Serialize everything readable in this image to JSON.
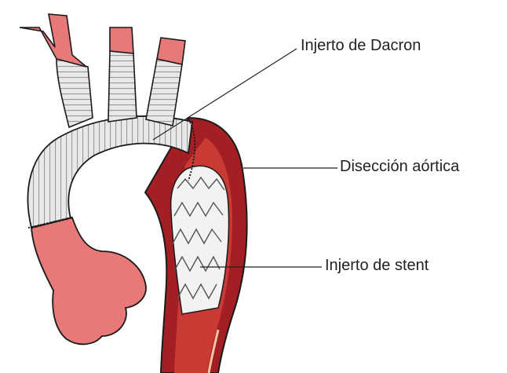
{
  "labels": {
    "dacron": "Injerto de Dacron",
    "dissection": "Disección aórtica",
    "stent": "Injerto de stent"
  },
  "colors": {
    "vessel": "#e77a78",
    "vessel_dark": "#a31f24",
    "vessel_mid": "#c93a34",
    "graft": "#e6e6e6",
    "graft_ridge": "#9a9a9a",
    "stent": "#f2f2f2",
    "outline": "#1a1a1a",
    "leader": "#222222"
  },
  "icons": [
    "aortic-arch-illustration"
  ]
}
